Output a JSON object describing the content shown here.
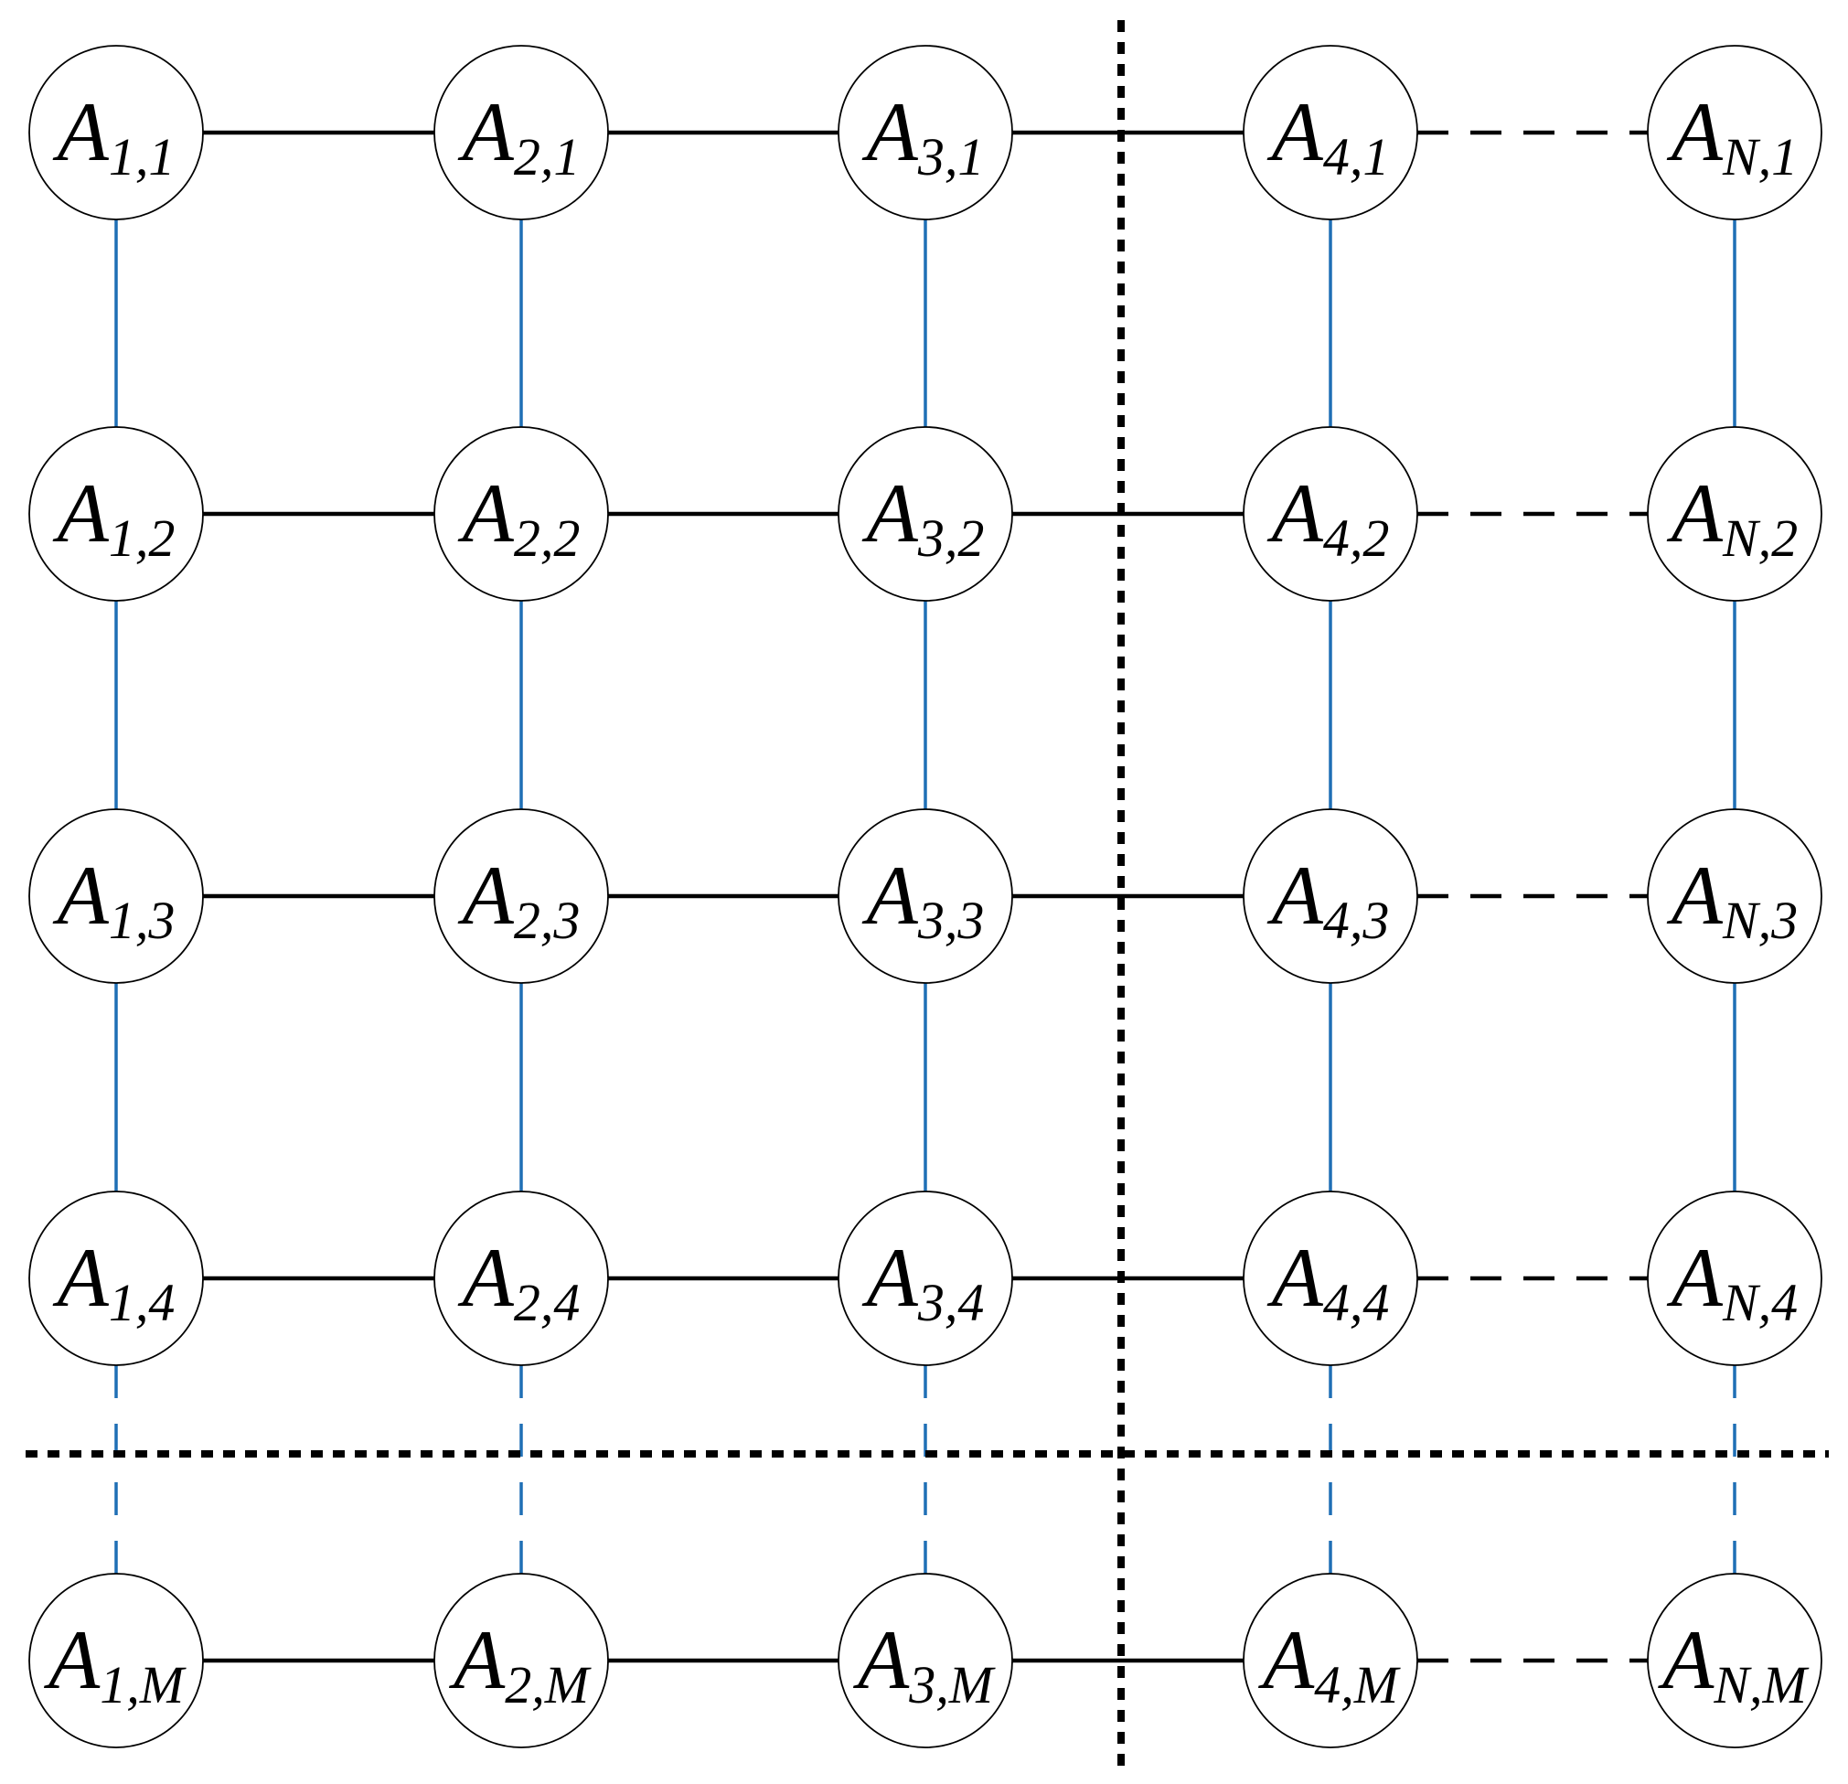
{
  "columns": [
    "1",
    "2",
    "3",
    "4",
    "N"
  ],
  "rows": [
    "1",
    "2",
    "3",
    "4",
    "M"
  ],
  "node_letter": "A",
  "dashed_last_column": true,
  "dashed_last_row": true,
  "divider_after_column": 3,
  "divider_after_row": 4,
  "colors": {
    "horizontal_edge": "#000000",
    "vertical_edge": "#1f6fb5",
    "divider": "#000000",
    "node_fill": "#ffffff",
    "node_stroke": "#000000"
  }
}
